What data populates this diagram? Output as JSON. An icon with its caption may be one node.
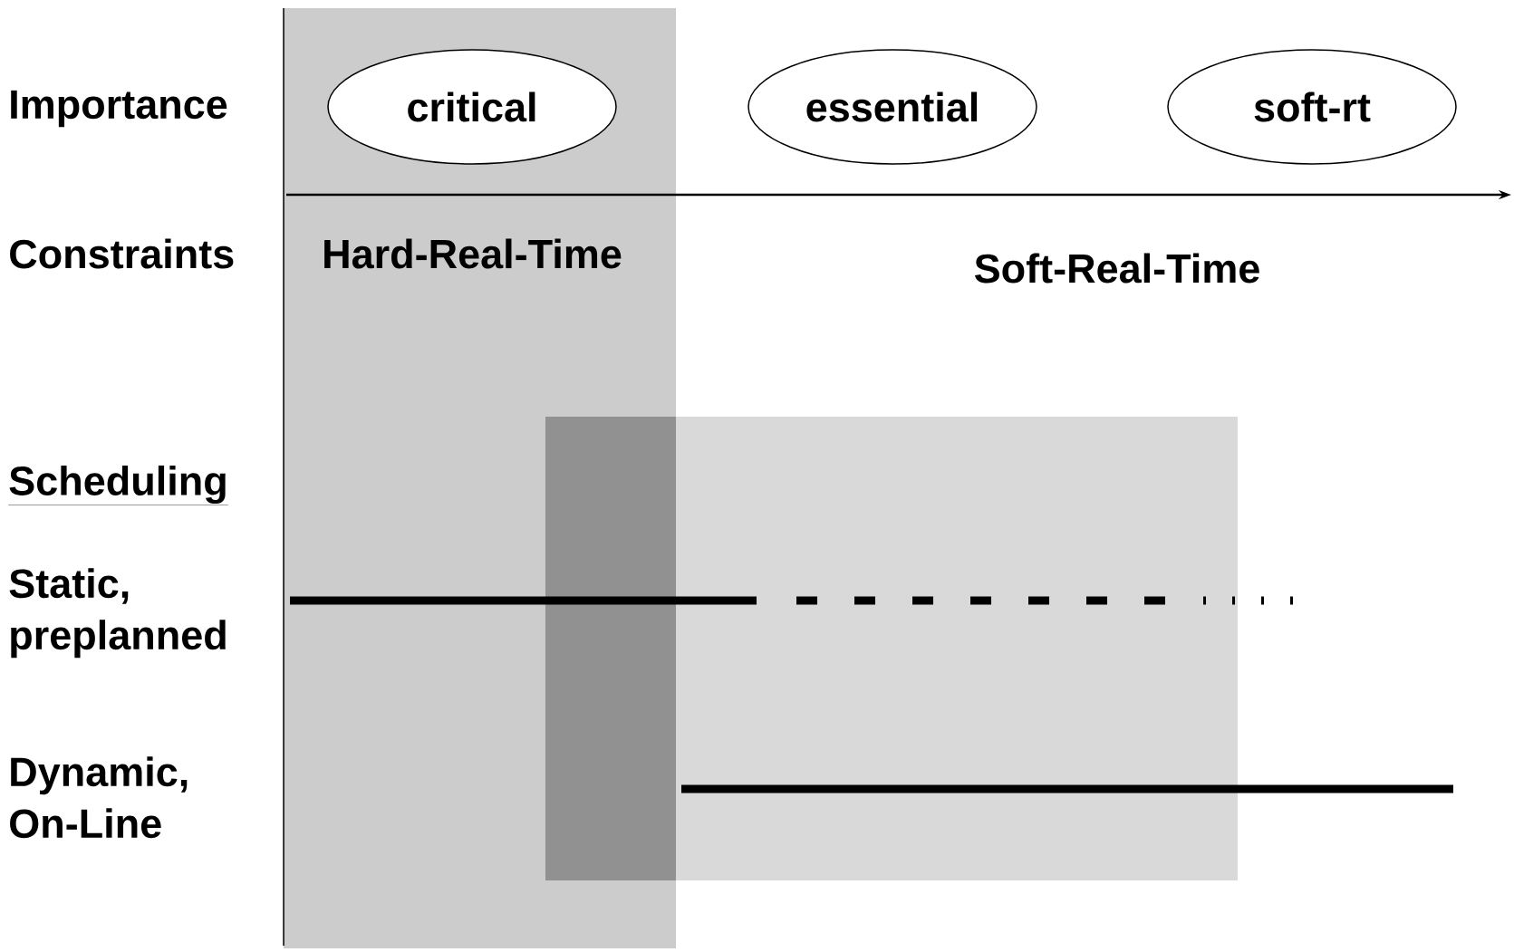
{
  "diagram": {
    "nodes": [
      {
        "text": [
          "critical"
        ]
      },
      {
        "text": [
          "essential"
        ]
      },
      {
        "text": [
          "soft-rt"
        ]
      }
    ],
    "labels": [
      "Importance",
      "Constraints",
      "Hard-Real-Time",
      "Soft-Real-Time",
      "Scheduling",
      "Static, preplanned",
      "Dynamic, On-Line"
    ]
  }
}
